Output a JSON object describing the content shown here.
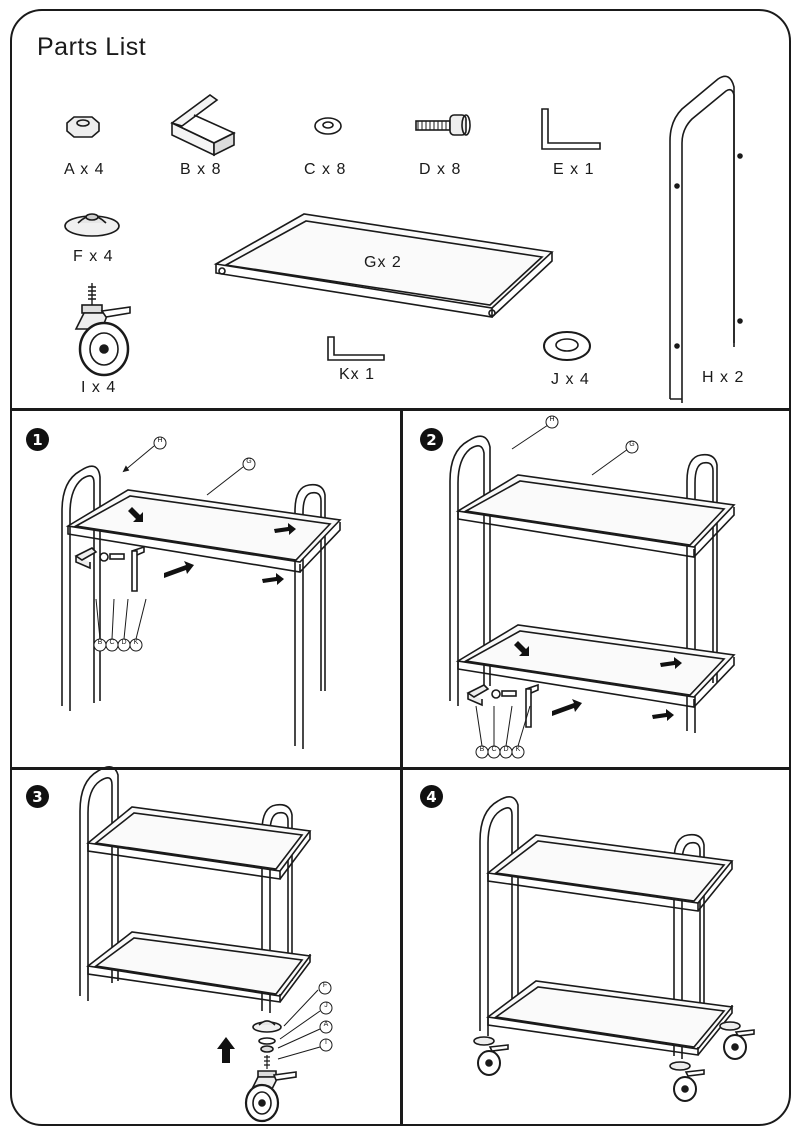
{
  "title": "Parts List",
  "parts": [
    {
      "id": "A",
      "label": "A x 4",
      "icon": "hex-nut-icon"
    },
    {
      "id": "B",
      "label": "B x 8",
      "icon": "bracket-icon"
    },
    {
      "id": "C",
      "label": "C x 8",
      "icon": "washer-icon"
    },
    {
      "id": "D",
      "label": "D x 8",
      "icon": "bolt-icon"
    },
    {
      "id": "E",
      "label": "E x 1",
      "icon": "allen-key-icon"
    },
    {
      "id": "F",
      "label": "F x 4",
      "icon": "caster-cap-icon"
    },
    {
      "id": "G",
      "label": "Gx 2",
      "icon": "shelf-frame-icon"
    },
    {
      "id": "H",
      "label": "H x 2",
      "icon": "u-tube-frame-icon"
    },
    {
      "id": "I",
      "label": "I x 4",
      "icon": "caster-wheel-icon"
    },
    {
      "id": "J",
      "label": "J x 4",
      "icon": "large-washer-icon"
    },
    {
      "id": "K",
      "label": "Kx 1",
      "icon": "allen-key-icon"
    }
  ],
  "steps": [
    {
      "number": "1",
      "callouts_top": [
        "H",
        "G"
      ],
      "callouts_bottom": [
        "B",
        "C",
        "D",
        "K"
      ]
    },
    {
      "number": "2",
      "callouts_top": [
        "H",
        "G"
      ],
      "callouts_bottom": [
        "B",
        "C",
        "D",
        "K"
      ]
    },
    {
      "number": "3",
      "callouts_side": [
        "F",
        "J",
        "A",
        "I"
      ]
    },
    {
      "number": "4"
    }
  ]
}
